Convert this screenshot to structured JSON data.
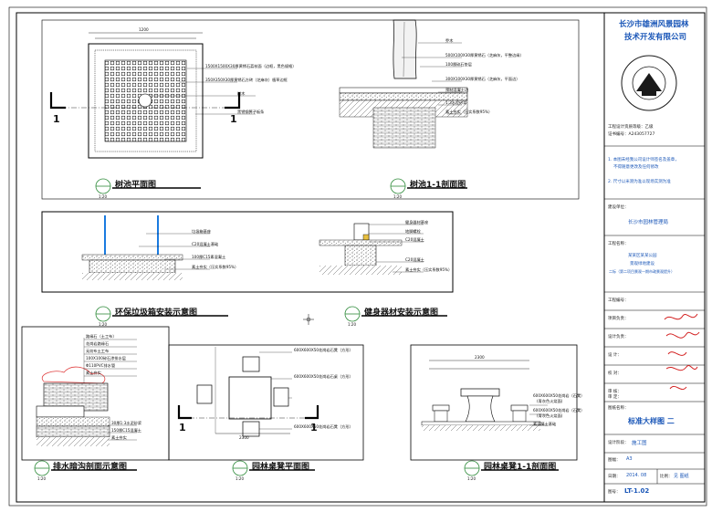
{
  "title_block": {
    "company": "长沙市雄洲风景园林",
    "company_line2": "技术开发有限公司",
    "cert_1": "工程设计资质等级：乙级",
    "cert_2": "证书编号：A243057727",
    "note_1": "1. 本图未经我公司设计师签名及盖章，",
    "note_1b": "不得随意更改及任何修改",
    "note_2": "2. 尺寸以米测为准以现场实测为准",
    "client_label": "建设单位：",
    "client": "长沙市园林管理局",
    "project_label": "工程名称：",
    "project_1": "某某区某某公园",
    "project_2": "景观绿地建设",
    "project_3": "二标（第二项目景观一期市政景观提升）",
    "rows": [
      {
        "label": "工程编号：",
        "value": ""
      },
      {
        "label": "项目负责：",
        "value": ""
      },
      {
        "label": "设计负责：",
        "value": ""
      },
      {
        "label": "设    计：",
        "value": ""
      },
      {
        "label": "校    对：",
        "value": ""
      },
      {
        "label": "审    核：",
        "value": ""
      },
      {
        "label": "审    定：",
        "value": ""
      }
    ],
    "drawing_name_label": "图纸名称：",
    "drawing_name": "标准大样图 二",
    "stage_label": "设计阶段：",
    "stage": "施工图",
    "scale_label": "图幅：",
    "scale": "A3",
    "date_label": "日期：",
    "date": "2014. 08",
    "sheet_label": "比例：",
    "sheet": "见 图纸",
    "drawing_no_label": "图号：",
    "drawing_no": "LT-1.02"
  },
  "drawings": {
    "d1": {
      "title": "树池平面图",
      "scale": "1:20"
    },
    "d2": {
      "title": "树池1-1剖面图",
      "scale": "1:20"
    },
    "d3": {
      "title": "环保垃圾箱安装示意图",
      "scale": "1:20"
    },
    "d4": {
      "title": "健身器材安装示意图",
      "scale": "1:20"
    },
    "d5": {
      "title": "排水暗沟剖面示意图",
      "scale": "1:20"
    },
    "d6": {
      "title": "园林桌凳平面图",
      "scale": "1:20"
    },
    "d7": {
      "title": "园林桌凳1-1剖面图",
      "scale": "1:20"
    }
  },
  "labels": {
    "d1": [
      "1500X1500X30厚黄锈石荔枝面（边框，黑色规格）",
      "350X350X30厚黄锈石方砖（芝麻灰）植草边框",
      "树木",
      "黑锈钢箅子板条"
    ],
    "d2": [
      "乔木",
      "500X100X30厚黄锈石（芝麻灰，平整边缘）",
      "100厚碎石垫层",
      "300X100X30厚黄锈石（芝麻灰，平面边）",
      "预制混凝土边",
      "1:3水泥砂浆",
      "素土夯实（压实系数95%）"
    ],
    "d3": [
      "垃圾箱基座",
      "C20混凝土基础",
      "100厚C15素混凝土",
      "素土夯实（压实系数95%）"
    ],
    "d4": [
      "健身器材基座",
      "地脚螺栓",
      "C20混凝土",
      "C20混凝土",
      "素土夯实（压实系数95%）"
    ],
    "d5": [
      "路缘石（土工布）",
      "花岗岩路缘石",
      "无纺布土工布",
      "100X100碎石渗排水层",
      "Φ110PVC排水管",
      "素土夯实",
      "30厚1:3水泥砂浆",
      "150厚C15混凝土",
      "素土夯实"
    ],
    "d6": [
      "600X600X50花岗岩石凳（方形）",
      "600X600X50花岗岩石桌（方形）",
      "600X600X50花岗岩石凳（方形）"
    ],
    "d7": [
      "600X600X50花岗岩（石凳）",
      "(青灰色火烧面)",
      "600X600X50花岗岩（石凳）",
      "(青灰色火烧面)",
      "素混凝土基础"
    ]
  },
  "dimensions": {
    "d1": [
      "1200"
    ],
    "d6": [
      "2300"
    ],
    "d7": [
      "2300"
    ]
  },
  "section_marks": [
    "1",
    "1",
    "1",
    "1"
  ],
  "colors": {
    "blue_text": "#1b57b8",
    "green_scale": "#2e8b3a",
    "line": "#111111"
  }
}
